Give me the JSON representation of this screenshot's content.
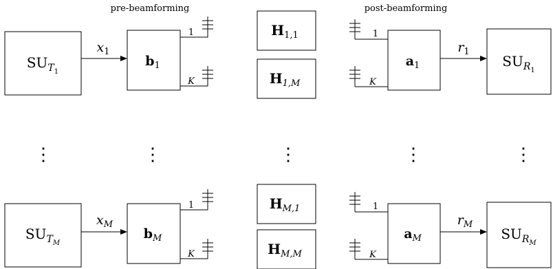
{
  "headers": {
    "pre": "pre-beamforming",
    "post": "post-beamforming"
  },
  "transmitters": [
    {
      "base": "SU",
      "sub": "T",
      "subsub": "1"
    },
    {
      "base": "SU",
      "sub": "T",
      "subsub": "M"
    }
  ],
  "signals": [
    {
      "base": "x",
      "sub": "1"
    },
    {
      "base": "x",
      "sub": "M"
    }
  ],
  "precoders": [
    {
      "base": "b",
      "sub": "1"
    },
    {
      "base": "b",
      "sub": "M"
    }
  ],
  "channels": [
    {
      "base": "H",
      "sub": "1,1"
    },
    {
      "base": "H",
      "sub": "1,M"
    },
    {
      "base": "H",
      "sub": "M,1"
    },
    {
      "base": "H",
      "sub": "M,M"
    }
  ],
  "combiners": [
    {
      "base": "a",
      "sub": "1"
    },
    {
      "base": "a",
      "sub": "M"
    }
  ],
  "outputs": [
    {
      "base": "r",
      "sub": "1"
    },
    {
      "base": "r",
      "sub": "M"
    }
  ],
  "receivers": [
    {
      "base": "SU",
      "sub": "R",
      "subsub": "1"
    },
    {
      "base": "SU",
      "sub": "R",
      "subsub": "M"
    }
  ],
  "antenna_labels": {
    "first": "1",
    "last": "K"
  },
  "ellipsis": "⋮"
}
